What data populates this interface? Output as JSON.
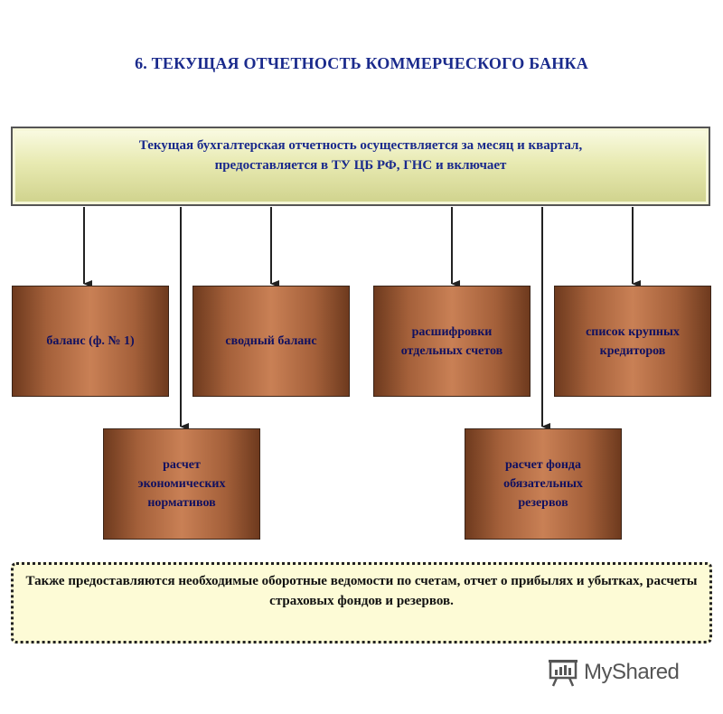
{
  "title": "6. ТЕКУЩАЯ ОТЧЕТНОСТЬ КОММЕРЧЕСКОГО БАНКА",
  "top_box": {
    "text": "Текущая бухгалтерская отчетность осуществляется за месяц и квартал,\nпредоставляется в ТУ ЦБ РФ, ГНС и включает"
  },
  "nodes": {
    "balance": "баланс (ф. № 1)",
    "consolidated_balance": "сводный баланс",
    "account_breakdowns": "расшифровки\nотдельных счетов",
    "creditors_list": "список крупных\nкредиторов",
    "economic_ratios": "расчет\nэкономических\nнормативов",
    "reserve_fund": "расчет фонда\nобязательных\nрезервов"
  },
  "bottom_box": {
    "text": "Также предоставляются необходимые оборотные ведомости по счетам, отчет о прибылях и убытках, расчеты страховых фондов и резервов."
  },
  "watermark": {
    "text": "MyShared",
    "icon": "presentation-board-icon"
  },
  "colors": {
    "title": "#1a2a8c",
    "node_text": "#101060",
    "arrow": "#222222"
  }
}
